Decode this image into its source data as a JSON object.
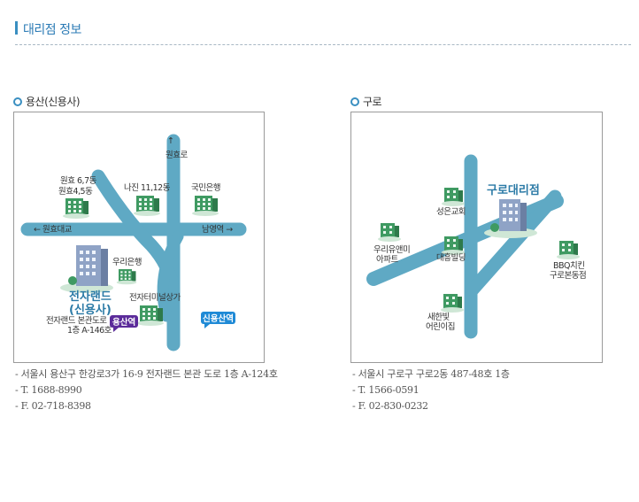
{
  "page": {
    "title": "대리점 정보"
  },
  "colors": {
    "road": "#5fa9c4",
    "accent": "#2a7ab5",
    "building": "#4aa36a",
    "station_purple": "#5b2b9a",
    "station_blue": "#1f8ad6"
  },
  "branches": [
    {
      "name": "용산(신용사)",
      "map_labels": {
        "road_north": "원효로",
        "road_west": "← 원효대교",
        "road_east": "남영역 →",
        "bldg_wonhyo_1": "원효 6,7동",
        "bldg_wonhyo_2": "원효4,5동",
        "bldg_najin": "나진 11,12동",
        "bldg_kookmin": "국민은행",
        "bldg_woori": "우리은행",
        "landmark_1": "전자랜드",
        "landmark_2": "(신용사)",
        "bldg_terminal": "전자터미널상가",
        "store_1": "전자랜드 본관도로",
        "store_2": "1층 A-146호",
        "station_yongsan": "용산역",
        "station_sinyongsan": "신용산역"
      },
      "info": {
        "address": "- 서울시 용산구 한강로3가 16-9 전자랜드 본관 도로 1층 A-124호",
        "tel": "- T. 1688-8990",
        "fax": "- F. 02-718-8398"
      }
    },
    {
      "name": "구로",
      "map_labels": {
        "branch_label": "구로대리점",
        "bldg_church": "성은교회",
        "bldg_apt_1": "우리유앤미",
        "bldg_apt_2": "아파트",
        "bldg_daeheung": "대흥빌딩",
        "bldg_bbq_1": "BBQ치킨",
        "bldg_bbq_2": "구로본동점",
        "bldg_daycare_1": "새한빛",
        "bldg_daycare_2": "어린이집"
      },
      "info": {
        "address": "- 서울시 구로구 구로2동 487-48호 1층",
        "tel": "- T. 1566-0591",
        "fax": "- F. 02-830-0232"
      }
    }
  ]
}
